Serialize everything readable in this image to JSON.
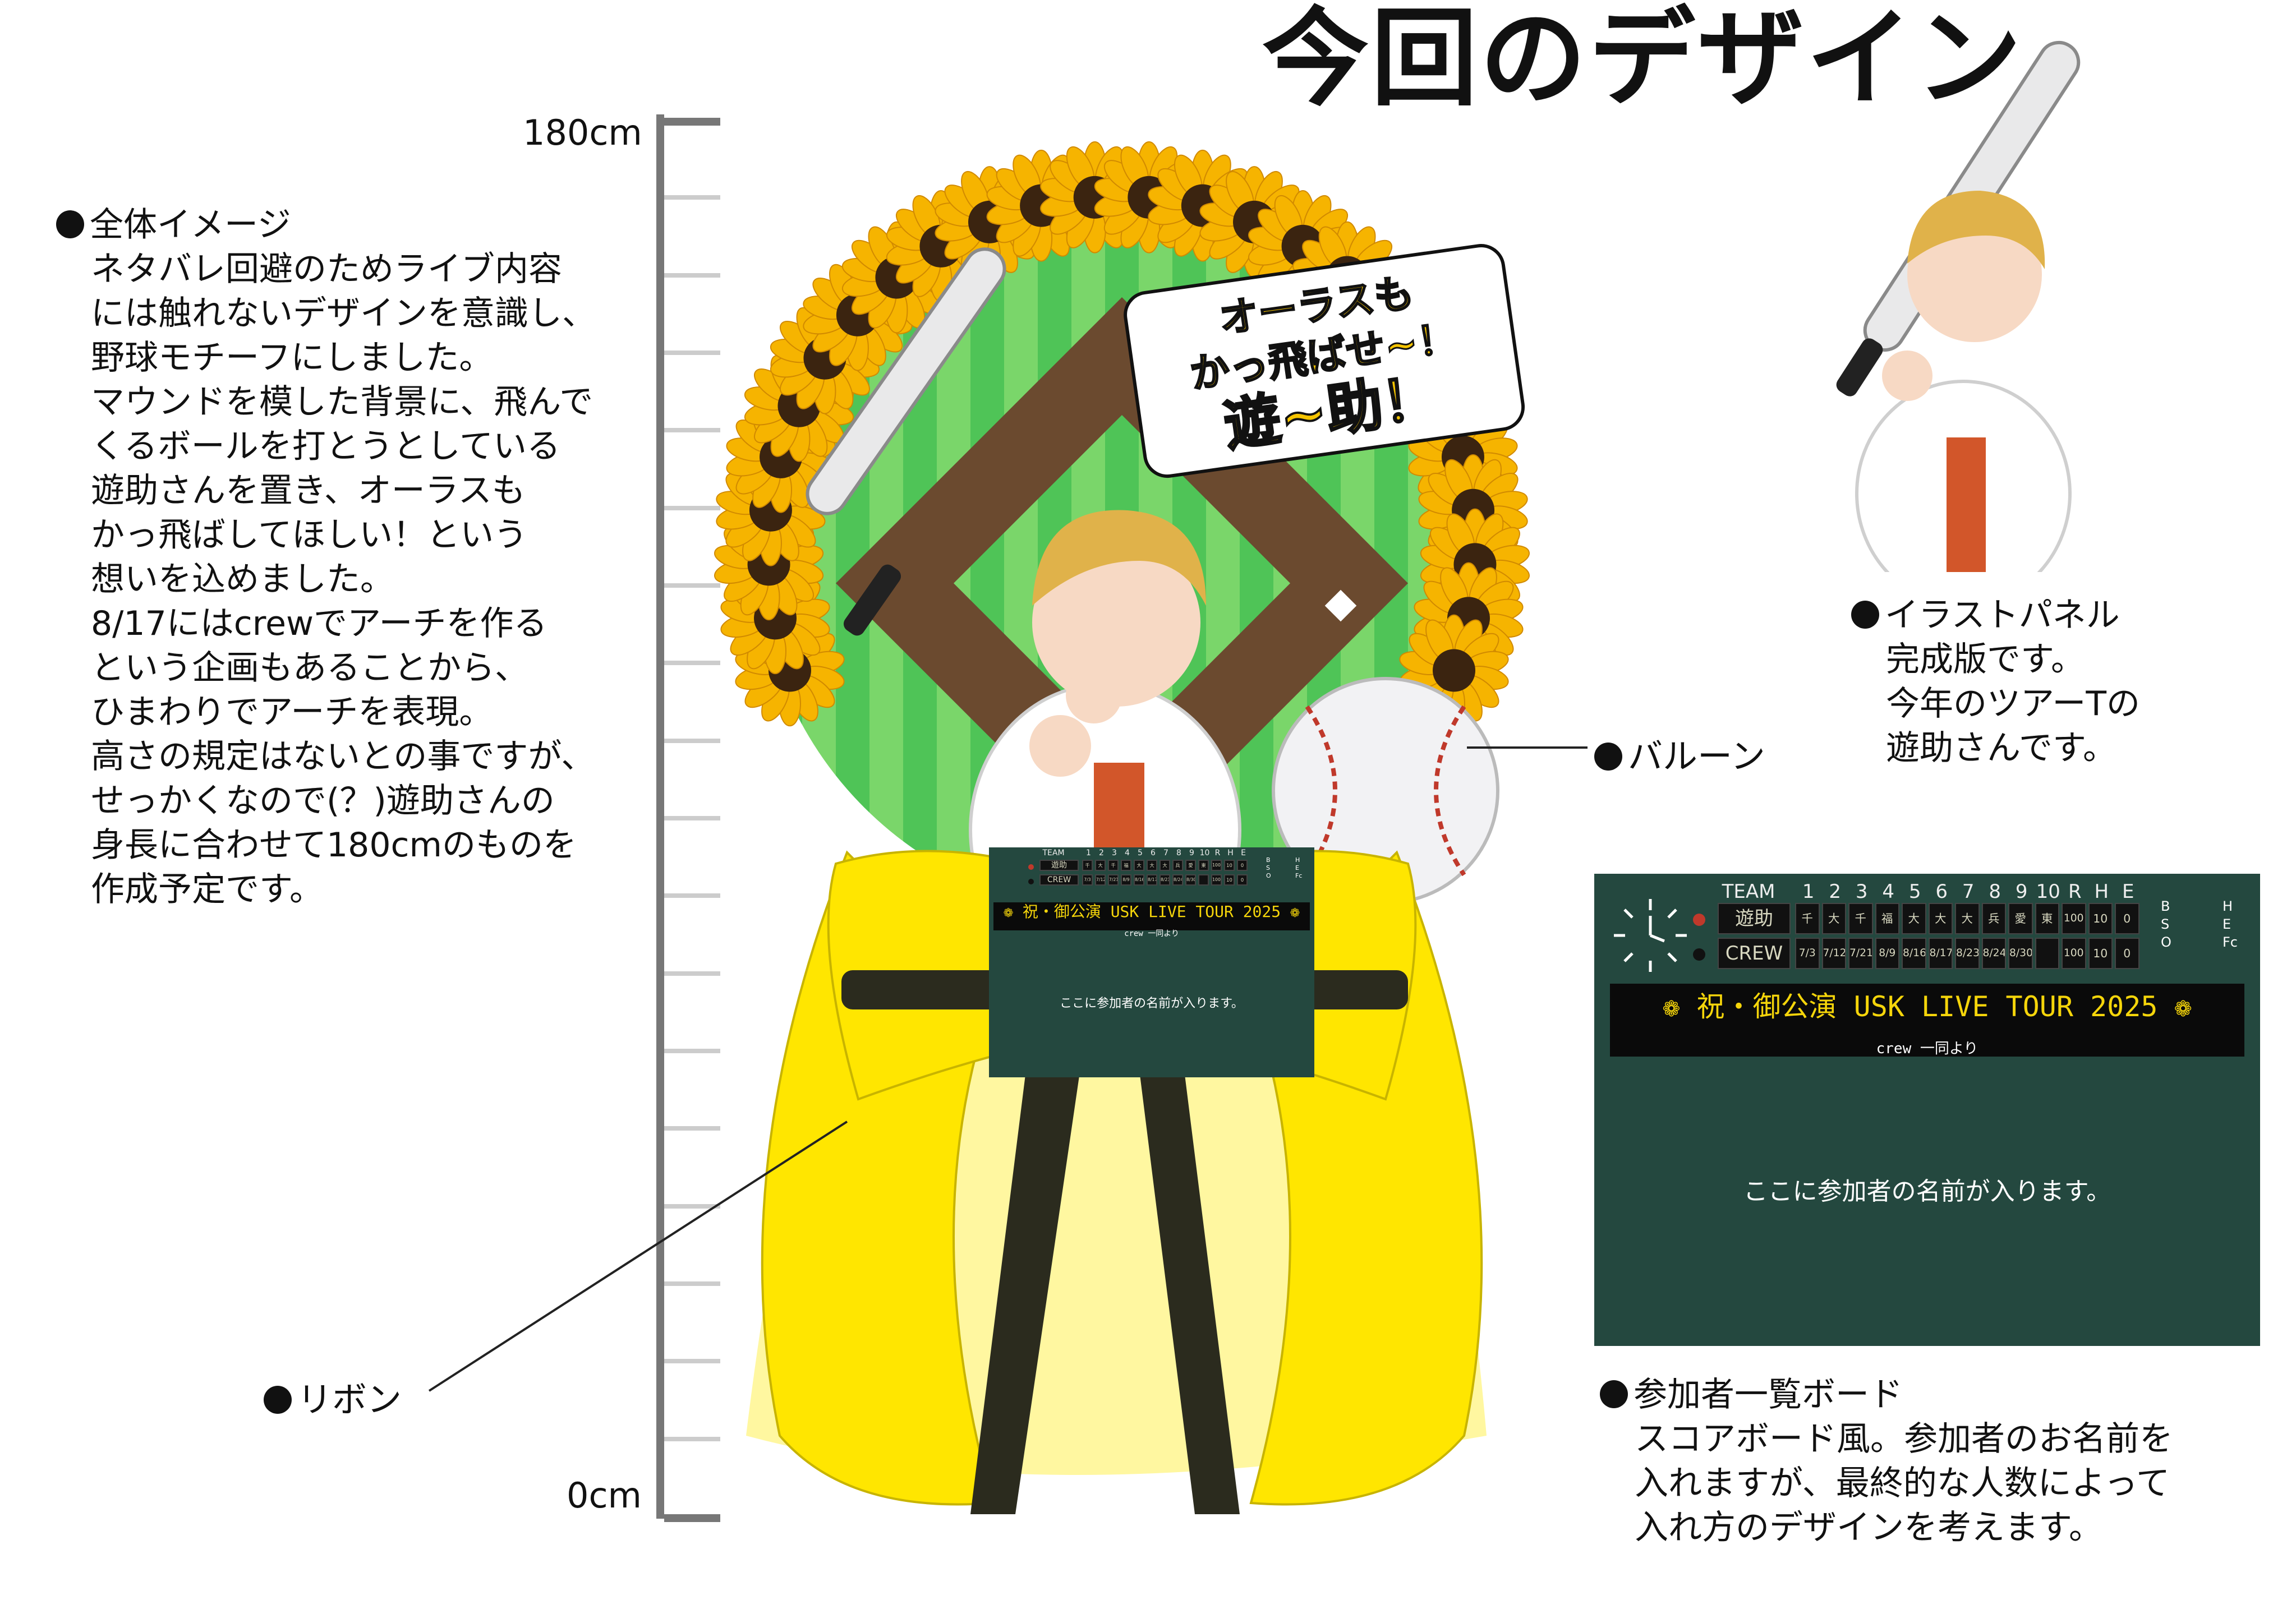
{
  "title": "今回のデザイン",
  "scale": {
    "top_label": "180cm",
    "bottom_label": "0cm"
  },
  "overview": {
    "heading": "全体イメージ",
    "lines": [
      "ネタバレ回避のためライブ内容",
      "には触れないデザインを意識し、",
      "野球モチーフにしました。",
      "マウンドを模した背景に、飛んで",
      "くるボールを打とうとしている",
      "遊助さんを置き、オーラスも",
      "かっ飛ばしてほしい！という",
      "想いを込めました。",
      "8/17にはcrewでアーチを作る",
      "という企画もあることから、",
      "ひまわりでアーチを表現。",
      "高さの規定はないとの事ですが、",
      "せっかくなので(？)遊助さんの",
      "身長に合わせて180cmのものを",
      "作成予定です。"
    ]
  },
  "callouts": {
    "balloon": "バルーン",
    "ribbon": "リボン"
  },
  "speech_bubble": {
    "line1": "オーラスも",
    "line2": "かっ飛ばせ~！",
    "line3": "遊~助！"
  },
  "panel_note": {
    "heading": "イラストパネル",
    "lines": [
      "完成版です。",
      "今年のツアーTの",
      "遊助さんです。"
    ]
  },
  "board_note": {
    "heading": "参加者一覧ボード",
    "lines": [
      "スコアボード風。参加者のお名前を",
      "入れますが、最終的な人数によって",
      "入れ方のデザインを考えます。"
    ]
  },
  "scoreboard": {
    "header": [
      "TEAM",
      "1",
      "2",
      "3",
      "4",
      "5",
      "6",
      "7",
      "8",
      "9",
      "10",
      "R",
      "H",
      "E"
    ],
    "rows": [
      {
        "team": "遊助",
        "cells": [
          "千葉",
          "大阪",
          "千葉",
          "福岡",
          "大阪",
          "大阪",
          "大阪",
          "兵庫",
          "愛知",
          "東京",
          "100",
          "10",
          "0"
        ]
      },
      {
        "team": "CREW",
        "cells": [
          "7/3",
          "7/12",
          "7/21",
          "8/9",
          "8/16",
          "8/17",
          "8/23",
          "8/24",
          "8/30",
          "",
          "100",
          "10",
          "0"
        ]
      }
    ],
    "bso": [
      "B",
      "S",
      "O"
    ],
    "hefc": [
      "H",
      "E",
      "Fc"
    ],
    "banner": "❁ 祝・御公演 USK LIVE TOUR 2025 ❁",
    "banner_sub": "crew 一同より",
    "names_placeholder": "ここに参加者の名前が入ります。"
  },
  "colors": {
    "sunflower_petal": "#f6b400",
    "sunflower_center": "#3b2410",
    "field_green": "#4fc457",
    "mound_brown": "#6b4a2f",
    "ribbon_yellow": "#ffe600",
    "ribbon_band": "#2b2b1e",
    "board_green": "#24483f",
    "banner_text": "#f5d50a"
  }
}
